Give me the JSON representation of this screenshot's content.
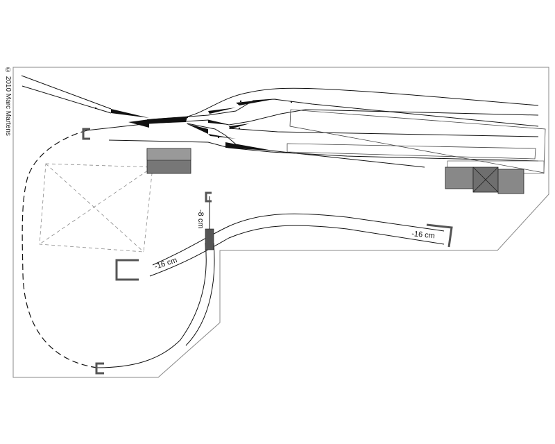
{
  "copyright": "© 2010 Marc Martens",
  "labels": {
    "grade_vertical": "-8 cm",
    "grade_lower_left": "-16 cm",
    "grade_right": "-16 cm"
  }
}
